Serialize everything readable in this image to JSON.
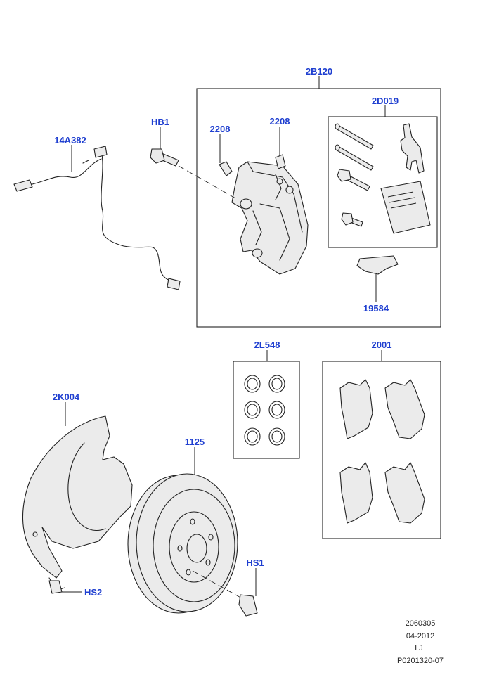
{
  "callouts": {
    "caliper_kit": "2B120",
    "caliper_hardware": "2D019",
    "bolt_hb1": "HB1",
    "bleed_left": "2208",
    "bleed_right": "2208",
    "sensor": "14A382",
    "spring_clip": "19584",
    "seal_kit": "2L548",
    "brake_pads": "2001",
    "splash_shield": "2K004",
    "disc": "1125",
    "screw_hs1": "HS1",
    "screw_hs2": "HS2"
  },
  "footer": {
    "line1": "2060305",
    "line2": "04-2012",
    "line3": "LJ",
    "line4": "P0201320-07"
  },
  "colors": {
    "callout": "#1f3fd0",
    "line": "#222222",
    "part_fill": "#ebebeb"
  }
}
